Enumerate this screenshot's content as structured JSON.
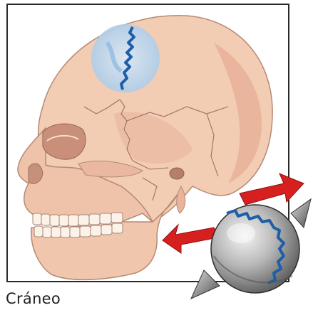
{
  "caption": "Cráneo",
  "colors": {
    "bone": "#f3ccb4",
    "bone_shadow": "#dea68d",
    "bone_outline": "#b58a74",
    "suture": "#1d5ea8",
    "highlight_zone": "#bcd8ef",
    "arrow": "#d62020",
    "ball_metal": "#a9a9a9",
    "frame": "#2a2a2a"
  },
  "icons": [
    "skull-illustration",
    "suture-highlight",
    "arrow-left",
    "arrow-right",
    "joint-ball",
    "spike-left",
    "spike-right"
  ]
}
